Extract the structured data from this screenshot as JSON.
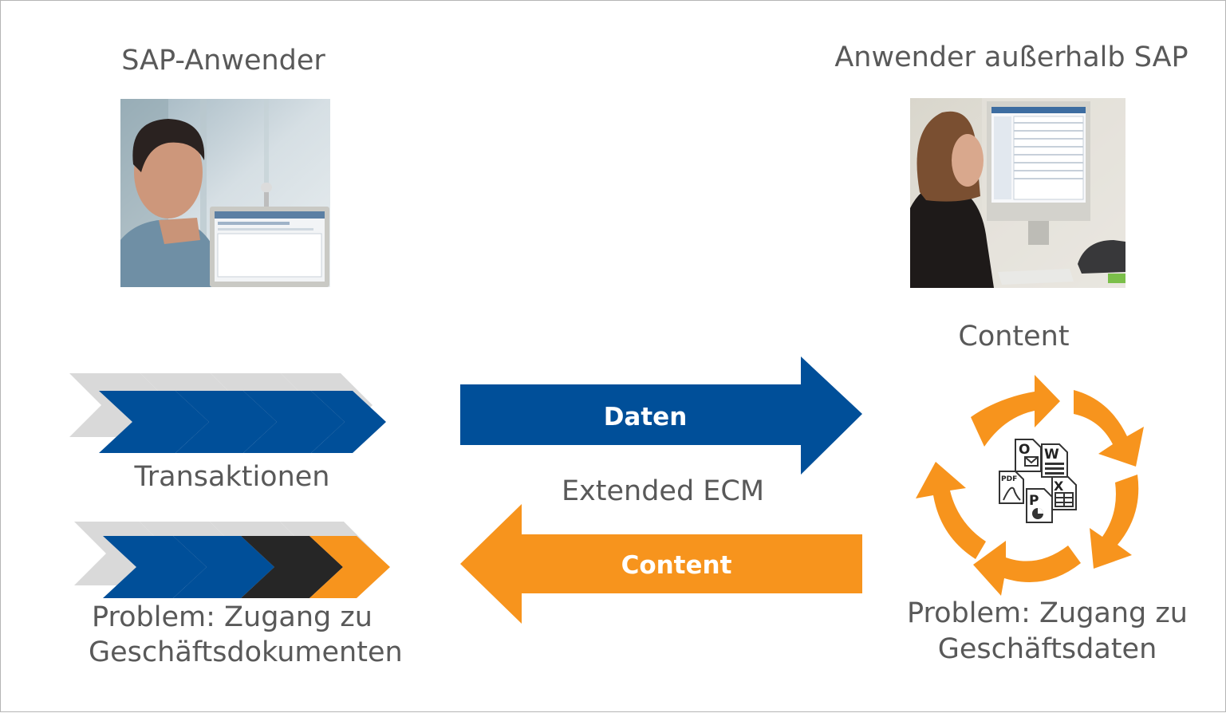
{
  "labels": {
    "sap_user": "SAP-Anwender",
    "external_user": "Anwender außerhalb SAP",
    "content_top": "Content",
    "transactions": "Transaktionen",
    "extended_ecm": "Extended ECM",
    "problem_left_line1": "Problem: Zugang zu",
    "problem_left_line2": "Geschäftsdokumenten",
    "problem_right_line1": "Problem: Zugang zu",
    "problem_right_line2": "Geschäftsdaten"
  },
  "arrows": {
    "right_label": "Daten",
    "left_label": "Content"
  },
  "photos": {
    "left": "photo-man-at-sap-computer",
    "right": "photo-woman-at-computer"
  },
  "doc_icons": [
    "outlook-icon",
    "word-icon",
    "pdf-icon",
    "powerpoint-icon",
    "excel-icon"
  ],
  "colors": {
    "blue": "#004f99",
    "orange": "#f7941d",
    "gray": "#d9d9d9",
    "black": "#262626",
    "text": "#595959"
  }
}
